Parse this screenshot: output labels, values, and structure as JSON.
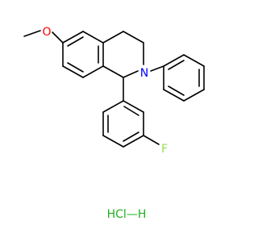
{
  "atoms": {
    "methoxy_oxygen": "O",
    "nitrogen": "N",
    "fluorine": "F",
    "hcl": "HCl—H"
  },
  "colors": {
    "bond": "#000000",
    "oxygen": "#ff0000",
    "nitrogen": "#0000ff",
    "fluorine": "#90e050",
    "chlorine": "#1fb01f",
    "hydrogen": "#000000"
  }
}
